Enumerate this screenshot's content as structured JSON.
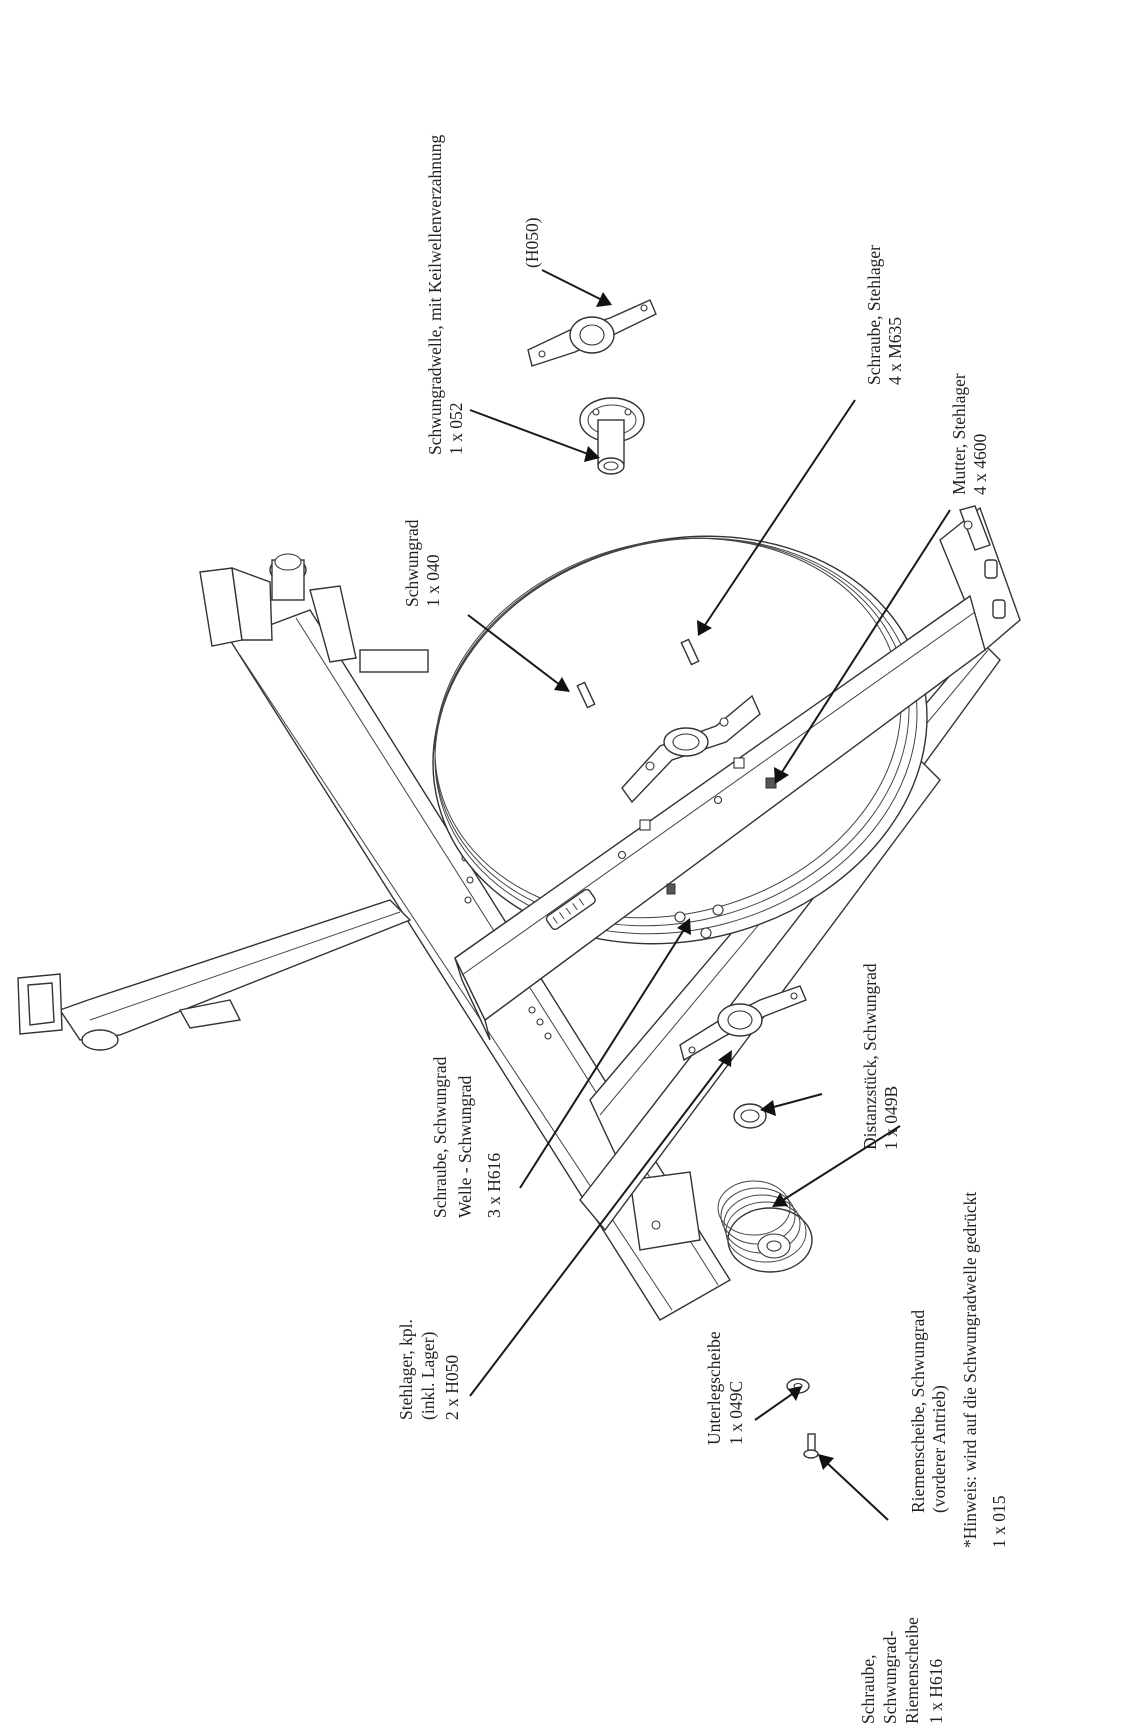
{
  "labels": {
    "schwungradwelle": {
      "l1": "Schwungradwelle, mit Keilwellenverzahnung",
      "l2": "1 x 052"
    },
    "h050_top": {
      "l1": "(H050)"
    },
    "schraube_stehlager": {
      "l1": "Schraube, Stehlager",
      "l2": "4 x M635"
    },
    "mutter_stehlager": {
      "l1": "Mutter, Stehlager",
      "l2": "4 x 4600"
    },
    "schwungrad": {
      "l1": "Schwungrad",
      "l2": "1 x 040"
    },
    "hinweis": {
      "l1": "*Hinweis: wird auf die Schwungradwelle gedrückt",
      "l2": "1 x 015"
    },
    "riemenscheibe": {
      "l1": "Riemenscheibe, Schwungrad",
      "l2": "(vorderer Antrieb)"
    },
    "distanzstueck": {
      "l1": "Distanzstück, Schwungrad",
      "l2": "1 x 049B"
    },
    "schraube_welle": {
      "l1": "Schraube, Schwungrad",
      "l2": "Welle - Schwungrad",
      "l3": "3 x H616"
    },
    "stehlager": {
      "l1": "Stehlager, kpl.",
      "l2": "(inkl. Lager)",
      "l3": "2 x H050"
    },
    "unterlegscheibe": {
      "l1": "Unterlegscheibe",
      "l2": "1 x 049C"
    },
    "schraube_riemenscheibe": {
      "l1": "Schraube,",
      "l2": "Schwungrad-",
      "l3": "Riemenscheibe",
      "l4": "1 x H616"
    }
  }
}
